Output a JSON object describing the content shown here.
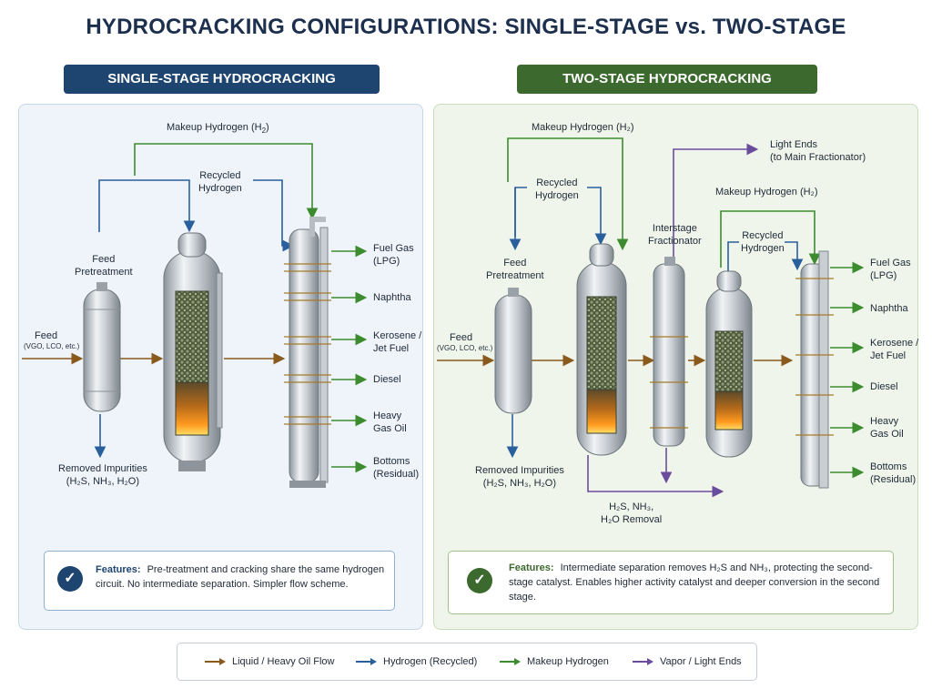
{
  "title": "HYDROCRACKING CONFIGURATIONS: SINGLE-STAGE vs. TWO-STAGE",
  "colors": {
    "liquid": "#8a5a1c",
    "hydrogen": "#2a5f9e",
    "makeup": "#3d8b2f",
    "vapor": "#6a4c9c",
    "left_header": "#1e4470",
    "right_header": "#3c6a2e"
  },
  "single": {
    "header": "SINGLE-STAGE HYDROCRACKING",
    "makeup_h2": "Makeup Hydrogen (H",
    "makeup_h2_sub": "2",
    "recycled_h2": [
      "Recycled",
      "Hydrogen"
    ],
    "feed_pretreatment": [
      "Feed",
      "Pretreatment"
    ],
    "feed": "Feed",
    "feed_detail": "(VGO, LCO, etc.)",
    "removed": "Removed Impurities",
    "removed_species": "(H₂S, NH₃, H₂O)",
    "products": [
      "Fuel Gas\n(LPG)",
      "Naphtha",
      "Kerosene /\nJet Fuel",
      "Diesel",
      "Heavy\nGas Oil",
      "Bottoms\n(Residual)"
    ],
    "features_label": "Features:",
    "features_text": "Pre-treatment and cracking share the same hydrogen circuit. No intermediate separation. Simpler flow scheme."
  },
  "two": {
    "header": "TWO-STAGE HYDROCRACKING",
    "makeup_h2_1": "Makeup Hydrogen (H₂)",
    "recycled_h2_1": [
      "Recycled",
      "Hydrogen"
    ],
    "light_ends": [
      "Light Ends",
      "(to Main Fractionator)"
    ],
    "interstage": [
      "Interstage",
      "Fractionator"
    ],
    "makeup_h2_2": "Makeup Hydrogen (H₂)",
    "recycled_h2_2": [
      "Recycled",
      "Hydrogen"
    ],
    "feed_pretreatment": [
      "Feed",
      "Pretreatment"
    ],
    "feed": "Feed",
    "feed_detail": "(VGO, LCO, etc.)",
    "removed": "Removed Impurities",
    "removed_species": "(H₂S, NH₃, H₂O)",
    "h2s_removal": [
      "H₂S, NH₃,",
      "H₂O Removal"
    ],
    "products": [
      "Fuel Gas\n(LPG)",
      "Naphtha",
      "Kerosene /\nJet Fuel",
      "Diesel",
      "Heavy\nGas Oil",
      "Bottoms\n(Residual)"
    ],
    "features_label": "Features:",
    "features_text": "Intermediate separation removes H₂S and NH₃, protecting the second-stage catalyst. Enables higher activity catalyst and deeper conversion in the second stage."
  },
  "legend": [
    {
      "label": "Liquid / Heavy Oil Flow",
      "color": "#8a5a1c"
    },
    {
      "label": "Hydrogen (Recycled)",
      "color": "#2a5f9e"
    },
    {
      "label": "Makeup Hydrogen",
      "color": "#3d8b2f"
    },
    {
      "label": "Vapor / Light Ends",
      "color": "#6a4c9c"
    }
  ]
}
